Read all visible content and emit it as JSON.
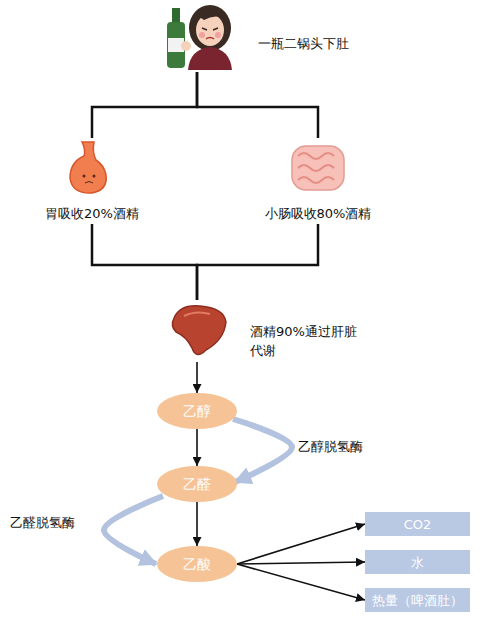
{
  "diagram": {
    "nodes": [
      {
        "text": [
          "一瓶二锅头下肚"
        ]
      },
      {
        "text": [
          "胃吸收20%酒精"
        ]
      },
      {
        "text": [
          "小肠吸收80%酒精"
        ]
      },
      {
        "text": [
          "酒精90%通过肝脏 代谢"
        ]
      },
      {
        "text": [
          "乙醇"
        ]
      },
      {
        "text": [
          "乙醛"
        ]
      },
      {
        "text": [
          "乙酸"
        ]
      },
      {
        "text": [
          "CO2"
        ]
      },
      {
        "text": [
          "水"
        ]
      },
      {
        "text": [
          "热量（啤酒肚）"
        ]
      }
    ],
    "edges": [
      {
        "from": 0,
        "to": 1,
        "arrow": "none"
      },
      {
        "from": 0,
        "to": 2,
        "arrow": "none"
      },
      {
        "from": 1,
        "to": 3,
        "arrow": "none"
      },
      {
        "from": 2,
        "to": 3,
        "arrow": "none"
      },
      {
        "from": 3,
        "to": 4,
        "arrow": "to"
      },
      {
        "from": 4,
        "to": 5,
        "arrow": "to"
      },
      {
        "from": 4,
        "to": 5,
        "arrow": "to",
        "label": "乙醇脱氢酶"
      },
      {
        "from": 5,
        "to": 6,
        "arrow": "to"
      },
      {
        "from": 5,
        "to": 6,
        "arrow": "to",
        "label": "乙醛脱氢酶"
      },
      {
        "from": 6,
        "to": 7,
        "arrow": "to"
      },
      {
        "from": 6,
        "to": 8,
        "arrow": "to"
      },
      {
        "from": 6,
        "to": 9,
        "arrow": "to"
      }
    ]
  }
}
